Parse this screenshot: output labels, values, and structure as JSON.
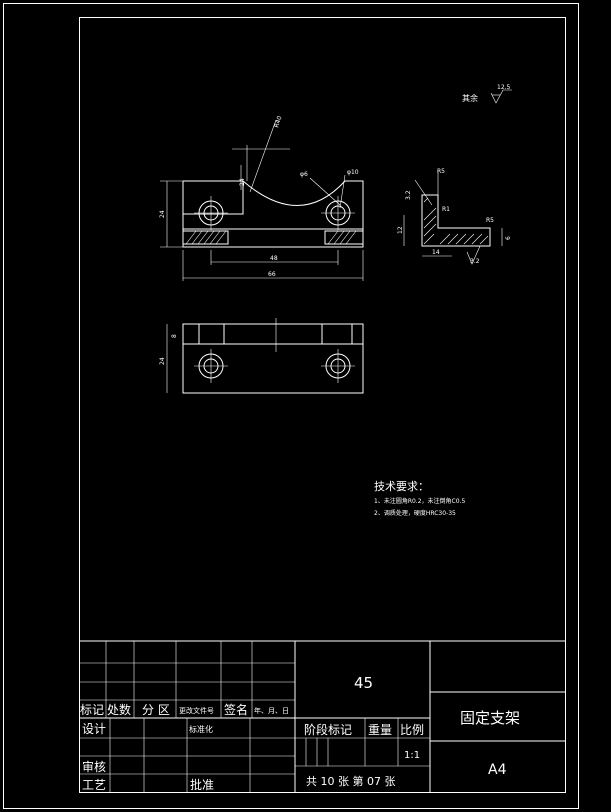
{
  "roughness": {
    "rest_label": "其余",
    "rest_value": "12.5"
  },
  "dims": {
    "radius_top": "R40",
    "v24": "24",
    "h_left": "24",
    "hole_a": "φ6",
    "hole_b": "φ10",
    "h48": "48",
    "h66": "66",
    "side_32": "3.2",
    "side_r5": "R5",
    "side_r1": "R1",
    "side_12": "12",
    "side_14": "14",
    "side_r5b": "R5",
    "side_6": "6",
    "side_32b": "3.2",
    "plan_8": "8",
    "plan_24": "24"
  },
  "tech": {
    "title": "技术要求：",
    "line1": "1、未注圆角R0.2，未注倒角C0.5",
    "line2": "2、调质处理，硬度HRC30-35"
  },
  "title_block": {
    "material": "45",
    "part_name": "固定支架",
    "sheet_size": "A4",
    "mark": "标记",
    "count": "处数",
    "zone": "分 区",
    "change_doc": "更改文件号",
    "signature": "签名",
    "date": "年、月、日",
    "design": "设计",
    "standardize": "标准化",
    "stage_mark": "阶段标记",
    "weight": "重量",
    "scale": "比例",
    "scale_value": "1:1",
    "review": "审核",
    "process": "工艺",
    "approve": "批准",
    "sheets": "共 10 张  第 07 张"
  }
}
